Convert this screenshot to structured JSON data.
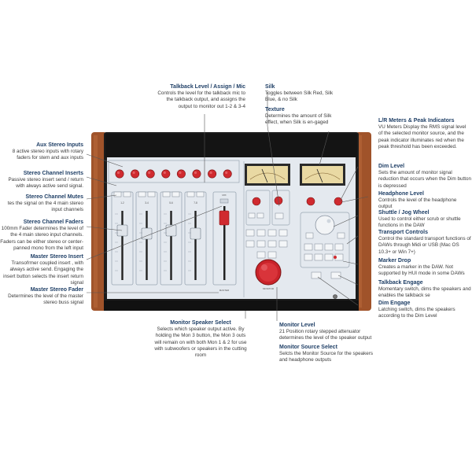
{
  "annotations": {
    "talkback": {
      "title": "Talkback Level / Assign / Mic",
      "desc": "Controls the level for the talkback mic to the talkback output, and assigns the output to monitor out 1-2 & 3-4"
    },
    "silk": {
      "title": "Silk",
      "desc": "Toggles between Silk Red, Silk Blue, & no Silk"
    },
    "texture": {
      "title": "Texture",
      "desc": "Determines the amount of Silk effect, when Silk is en-gaged"
    },
    "lr_meters": {
      "title": "L/R Meters & Peak Indicators",
      "desc": "VU Meters Display the RMS signal level of the selected monitor source, and the peak indicator illuminates red when the peak threshold has been exceeded."
    },
    "aux_stereo": {
      "title": "Aux Stereo Inputs",
      "desc": "8 active stereo inputs with rotary faders for stem and aux inputs"
    },
    "dim_level": {
      "title": "Dim Level",
      "desc": "Sets the amount of monitor signal reduction that occurs when the Dim button is depressed"
    },
    "headphone": {
      "title": "Headphone Level",
      "desc": "Controls the level of the headphone output"
    },
    "stereo_inserts": {
      "title": "Stereo Channel Inserts",
      "desc": "Passive stereo insert send / return with always active send signal."
    },
    "stereo_mutes": {
      "title": "Stereo Channel Mutes",
      "desc": "tes the signal on the 4 main stereo input channels"
    },
    "shuttle": {
      "title": "Shuttle / Jog Wheel",
      "desc": "Used to control either scrub or shuttle functions in the DAW"
    },
    "transport": {
      "title": "Transport Controls",
      "desc": "Control the standard transport functions of DAWs through Midi or USB (Mac OS 10.3+ or Win 7+)"
    },
    "faders": {
      "title": "Stereo Channel Faders",
      "desc": "100mm Fader determines the level of the 4 main stereo input channels. Faders can be either stereo or center-panned mono from the left input"
    },
    "master_insert": {
      "title": "Master Stereo Insert",
      "desc": "Transofrmer coupled insert , with always active send. Engaging the insert button selects the insert return signal"
    },
    "marker": {
      "title": "Marker Drop",
      "desc": "Creates a marker in the DAW. Not supported by HUI mode in some DAWs"
    },
    "talkback_engage": {
      "title": "Talkback Engage",
      "desc": "Momentary switch, dims the speakers and enables the talkback se"
    },
    "master_fader": {
      "title": "Master Stereo Fader",
      "desc": "Determines the level of the master stereo buss signal"
    },
    "dim_engage": {
      "title": "Dim Engage",
      "desc": "Latching switch, dims the speakers according to the Dim Level"
    },
    "monitor_speaker": {
      "title": "Monitor Speaker Select",
      "desc": "Selects which speaker output active. By holding the Mon 3 button, the Mon 3 outs will remain on with both Mon 1 & 2 for use with subwoofers or speakers in the cutting room"
    },
    "monitor_level": {
      "title": "Monitor Level",
      "desc": "21 Position rotary stepped attenuator determines the level of the speaker output"
    },
    "monitor_source": {
      "title": "Monitor Source Select",
      "desc": "Selcts the Monitor Source for the speakers and headphone outputs"
    }
  },
  "console": {
    "channel_labels": [
      "1-2",
      "3-4",
      "5-6",
      "7-8"
    ],
    "mix_label": "MIX",
    "master_label": "MASTER",
    "monitor_label": "MONITOR",
    "colors": {
      "wood": "#a0532a",
      "panel": "#e4e9ef",
      "knob_red": "#d02a2f",
      "annotation_title": "#1f3f66",
      "frame": "#1b1b1b"
    }
  }
}
